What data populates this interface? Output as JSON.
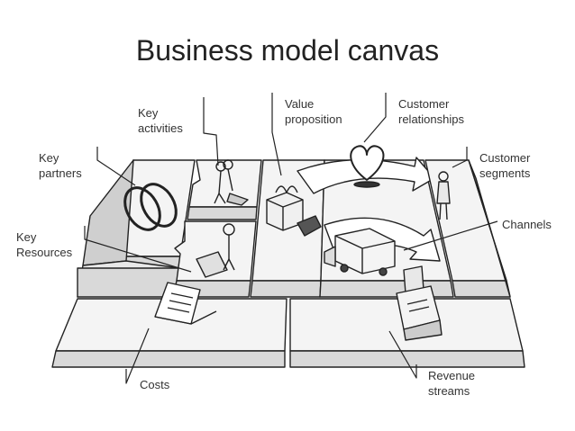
{
  "title": "Business model canvas",
  "labels": {
    "key_activities": "Key\nactivities",
    "value_proposition": "Value\nproposition",
    "customer_relationships": "Customer\nrelationships",
    "key_partners": "Key\npartners",
    "customer_segments": "Customer\nsegments",
    "key_resources": "Key\nResources",
    "channels": "Channels",
    "costs": "Costs",
    "revenue_streams": "Revenue\nstreams"
  },
  "colors": {
    "ink": "#222222",
    "panel_top": "#f4f4f4",
    "panel_side": "#bdbdbd",
    "panel_front": "#d9d9d9"
  }
}
